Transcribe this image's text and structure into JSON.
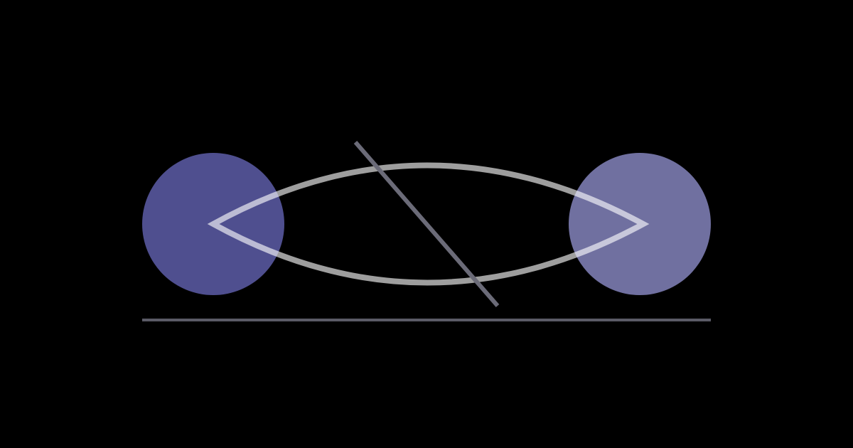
{
  "colors": {
    "background": "#000000",
    "left_circle": "#4f4f8f",
    "right_circle": "#7070a0",
    "lens_stroke": "#ffffff",
    "lens_stroke_opacity": 0.62,
    "diagonal_stroke": "#6b6b78",
    "baseline_stroke": "#5a5a66"
  },
  "shapes": {
    "left_circle": "filled-circle",
    "right_circle": "filled-circle",
    "lens": "lens-outline",
    "diagonal": "line",
    "baseline": "line"
  }
}
